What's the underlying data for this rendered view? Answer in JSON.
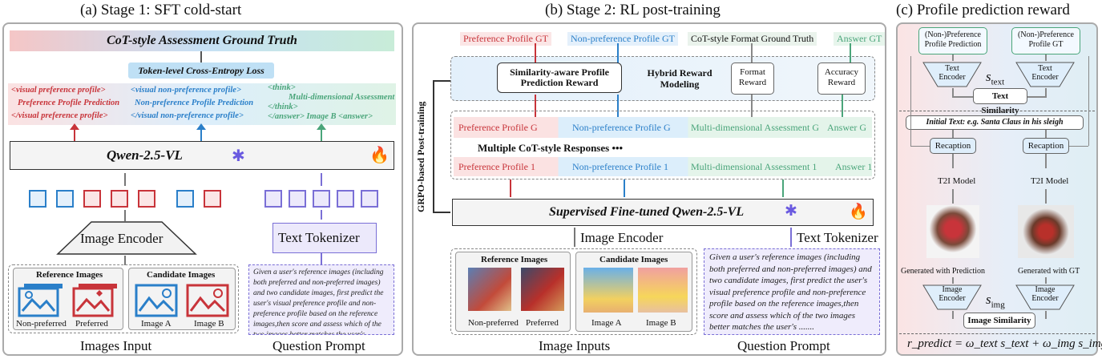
{
  "stage1": {
    "title": "(a) Stage 1:  SFT cold-start",
    "gt": "CoT-style Assessment Ground Truth",
    "loss": "Token-level Cross-Entropy Loss",
    "out_pref": [
      "<visual preference profile>",
      "Preference Profile Prediction",
      "</visual preference profile>"
    ],
    "out_nonpref": [
      "<visual non-preference profile>",
      "Non-preference Profile Prediction",
      "</visual non-preference profile>"
    ],
    "out_think": [
      "<think>",
      "Multi-dimensional  Assessment",
      "</think>",
      "</answer>  Image B   <answer>"
    ],
    "model": "Qwen-2.5-VL",
    "image_encoder": "Image Encoder",
    "text_tokenizer": "Text Tokenizer",
    "ref_label": "Reference Images",
    "cand_label": "Candidate Images",
    "img_labels": [
      "Non-preferred",
      "Preferred",
      "Image A",
      "Image B"
    ],
    "prompt": "Given a user's reference images (including both preferred and non-preferred images) and two candidate images, first predict the user's visual preference profile and non-preference profile based on the reference images,then score and assess which of the two images better matches the user's .......",
    "images_input": "Images Input",
    "question_prompt": "Question Prompt"
  },
  "stage2": {
    "title": "(b) Stage 2:  RL post-training",
    "gts": [
      "Preference Profile GT",
      "Non-preference Profile GT",
      "CoT-style Format Ground Truth",
      "Answer GT"
    ],
    "sim_reward": "Similarity-aware Profile Prediction Reward",
    "hybrid": "Hybrid Reward Modeling",
    "format_reward": "Format Reward",
    "acc_reward": "Accuracy Reward",
    "row_g": [
      "Preference Profile G",
      "Non-preference Profile G",
      "Multi-dimensional Assessment G",
      "Answer G"
    ],
    "multi": "Multiple CoT-style Responses  •••",
    "row_1": [
      "Preference Profile 1",
      "Non-preference Profile 1",
      "Multi-dimensional Assessment 1",
      "Answer 1"
    ],
    "grpo": "GRPO-based Post-training",
    "model": "Supervised Fine-tuned Qwen-2.5-VL",
    "image_encoder": "Image Encoder",
    "text_tokenizer": "Text Tokenizer",
    "ref_label": "Reference Images",
    "cand_label": "Candidate Images",
    "img_labels": [
      "Non-preferred",
      "Preferred",
      "Image A",
      "Image B"
    ],
    "prompt": "Given a user's reference images (including both preferred and non-preferred images) and two candidate images, first predict the user's visual preference profile and non-preference profile based on the reference images,then score and assess which of the two images better matches the user's .......",
    "image_inputs": "Image Inputs",
    "question_prompt": "Question Prompt"
  },
  "stage3": {
    "title": "(c) Profile prediction reward",
    "pred_box": "(Non-)Preference Profile Prediction",
    "gt_box": "(Non-)Preference Profile GT",
    "text_encoder": "Text Encoder",
    "s_text": "s",
    "s_text_sub": "text",
    "text_sim": "Text Similarity",
    "initial": "Initial Text: e.g. Santa Claus in his sleigh",
    "recaption": "Recaption",
    "t2i": "T2I Model",
    "gen_pred": "Generated with Prediction",
    "gen_gt": "Generated with GT",
    "image_encoder": "Image Encoder",
    "s_img": "s",
    "s_img_sub": "img",
    "img_sim": "Image Similarity",
    "formula": "r_predict = ω_text s_text + ω_img s_img"
  },
  "colors": {
    "red": "#c8343a",
    "blue": "#2a7fc9",
    "green": "#4aa57a",
    "purple": "#7a6fd6"
  }
}
